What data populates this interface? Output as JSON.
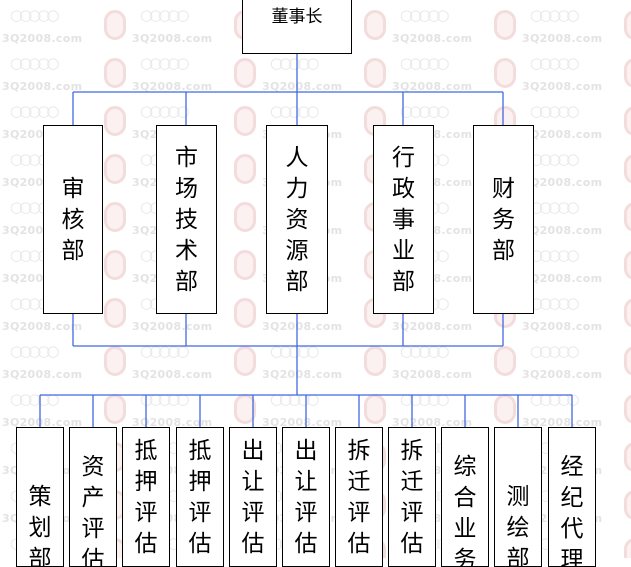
{
  "watermark": {
    "text": "3Q2008.com"
  },
  "colors": {
    "connector": "#4169e1",
    "box_border": "#000000",
    "watermark": "#e3e3e3"
  },
  "chairman": {
    "label": "董事长"
  },
  "departments": [
    {
      "label": "审核部"
    },
    {
      "label": "市场技术部"
    },
    {
      "label": "人力资源部"
    },
    {
      "label": "行政事业部"
    },
    {
      "label": "财务部"
    }
  ],
  "divisions": [
    {
      "label": "策划部"
    },
    {
      "label": "资产评估"
    },
    {
      "label": "抵押评估"
    },
    {
      "label": "抵押评估"
    },
    {
      "label": "出让评估"
    },
    {
      "label": "出让评估"
    },
    {
      "label": "拆迁评估"
    },
    {
      "label": "拆迁评估"
    },
    {
      "label": "综合业务"
    },
    {
      "label": "测绘部"
    },
    {
      "label": "经纪代理"
    }
  ]
}
